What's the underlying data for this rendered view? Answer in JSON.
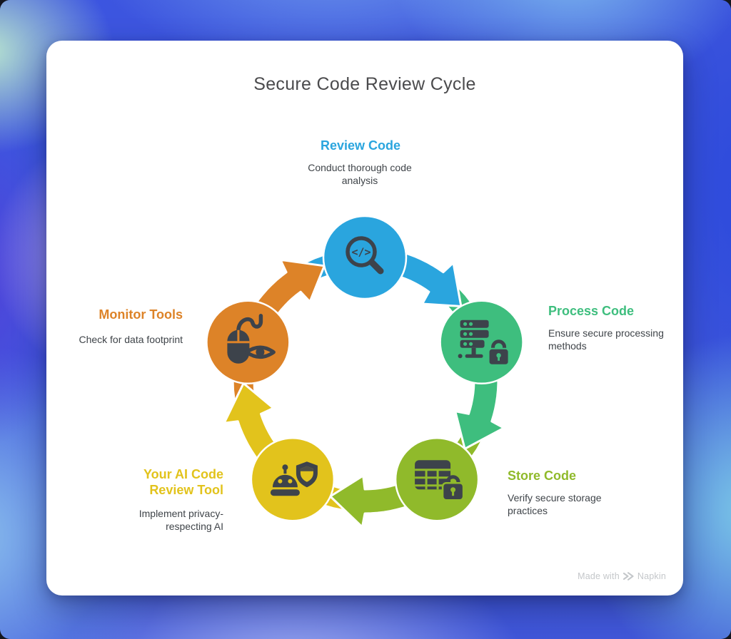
{
  "title": "Secure Code Review Cycle",
  "palette": {
    "icon_dark": "#3d434b",
    "title_text": "#4b4b4d",
    "body_text": "#3f4449",
    "watermark_text": "#c4c7ca",
    "card_bg": "#ffffff",
    "arrow_outline": "#ffffff"
  },
  "nodes": [
    {
      "id": "review-code",
      "label": "Review Code",
      "description": "Conduct thorough code analysis",
      "color": "#2aa5de",
      "icon": "code-search-icon"
    },
    {
      "id": "process-code",
      "label": "Process Code",
      "description": "Ensure secure processing methods",
      "color": "#3ebe7e",
      "icon": "secure-server-icon"
    },
    {
      "id": "store-code",
      "label": "Store Code",
      "description": "Verify secure storage practices",
      "color": "#90ba2b",
      "icon": "secure-table-icon"
    },
    {
      "id": "ai-review-tool",
      "label": "Your AI Code Review Tool",
      "description": "Implement privacy-respecting AI",
      "color": "#e2c31c",
      "icon": "ai-shield-icon"
    },
    {
      "id": "monitor-tools",
      "label": "Monitor Tools",
      "description": "Check for data footprint",
      "color": "#dd8328",
      "icon": "mouse-eye-icon"
    }
  ],
  "flow_order": [
    "review-code",
    "process-code",
    "store-code",
    "ai-review-tool",
    "monitor-tools"
  ],
  "watermark": {
    "prefix": "Made with",
    "brand": "Napkin"
  }
}
